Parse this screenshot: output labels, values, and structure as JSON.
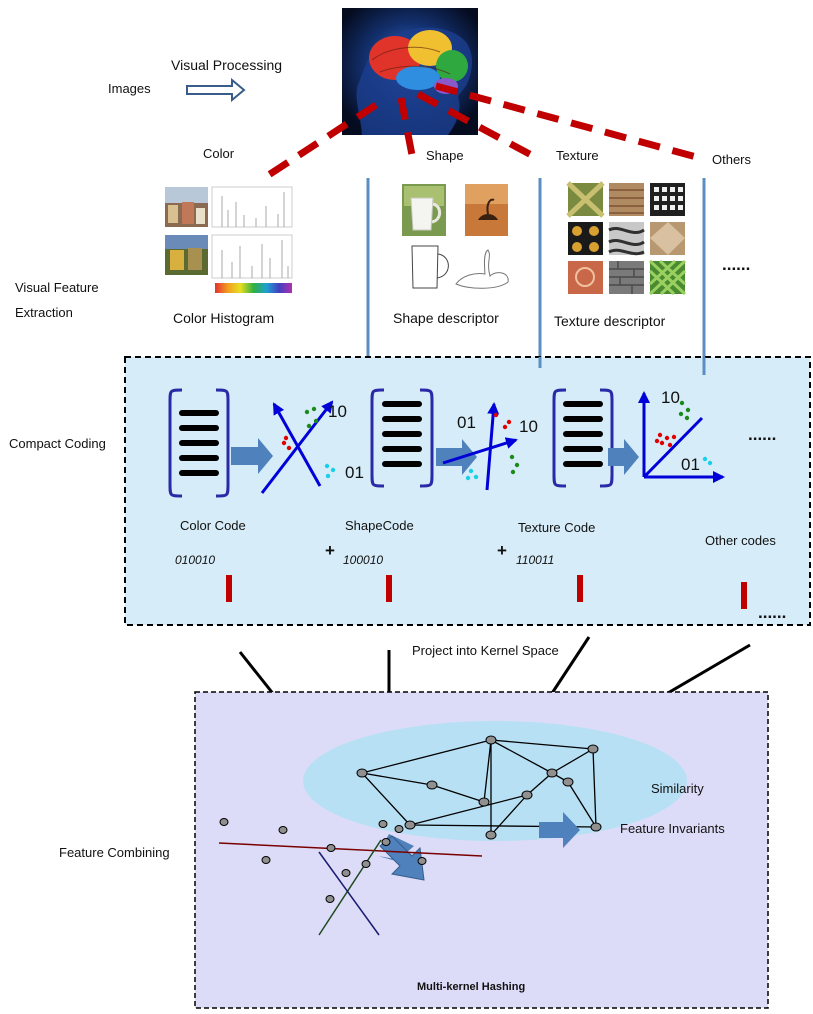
{
  "labels": {
    "visual_processing": "Visual Processing",
    "images": "Images",
    "color": "Color",
    "shape": "Shape",
    "texture": "Texture",
    "others": "Others",
    "visual_feature": "Visual Feature",
    "extraction": "Extraction",
    "color_histogram": "Color Histogram",
    "shape_descriptor": "Shape descriptor",
    "texture_descriptor": "Texture descriptor",
    "ellipsis": "......",
    "compact_coding": "Compact Coding",
    "color_code": "Color Code",
    "shape_code": "ShapeCode",
    "texture_code": "Texture Code",
    "other_codes": "Other  codes",
    "code_color_value": "010010",
    "code_shape_value": "100010",
    "code_texture_value": "110011",
    "plus": "+",
    "axis_10": "10",
    "axis_01": "01",
    "project_into_kernel_space": "Project into Kernel Space",
    "feature_combining": "Feature Combining",
    "similarity": "Similarity",
    "feature_invariants": "Feature Invariants",
    "multi_kernel_hashing": "Multi-kernel Hashing"
  },
  "colors": {
    "dashed_red": "#c00000",
    "coding_box_bg": "#d6ecf8",
    "hashing_box_bg": "#dcdcf8",
    "similarity_ellipse": "#b8e0f4",
    "arrow_fill": "#4f81bd",
    "axis_blue": "#0000d8",
    "bracket_blue": "#2a2aa8",
    "divider_line": "#5b8ec2",
    "red_bar": "#c00000",
    "hyperplane_dark_red": "#7a0000",
    "hyperplane_green": "#1e4a1e",
    "hyperplane_navy": "#1a1a70",
    "node_fill": "#909090"
  },
  "icons": [
    "brain-head-image",
    "hollow-right-arrow-icon",
    "color-histogram-image",
    "shape-thumbnails-image",
    "texture-thumbnails-image",
    "block-arrow-icon"
  ]
}
